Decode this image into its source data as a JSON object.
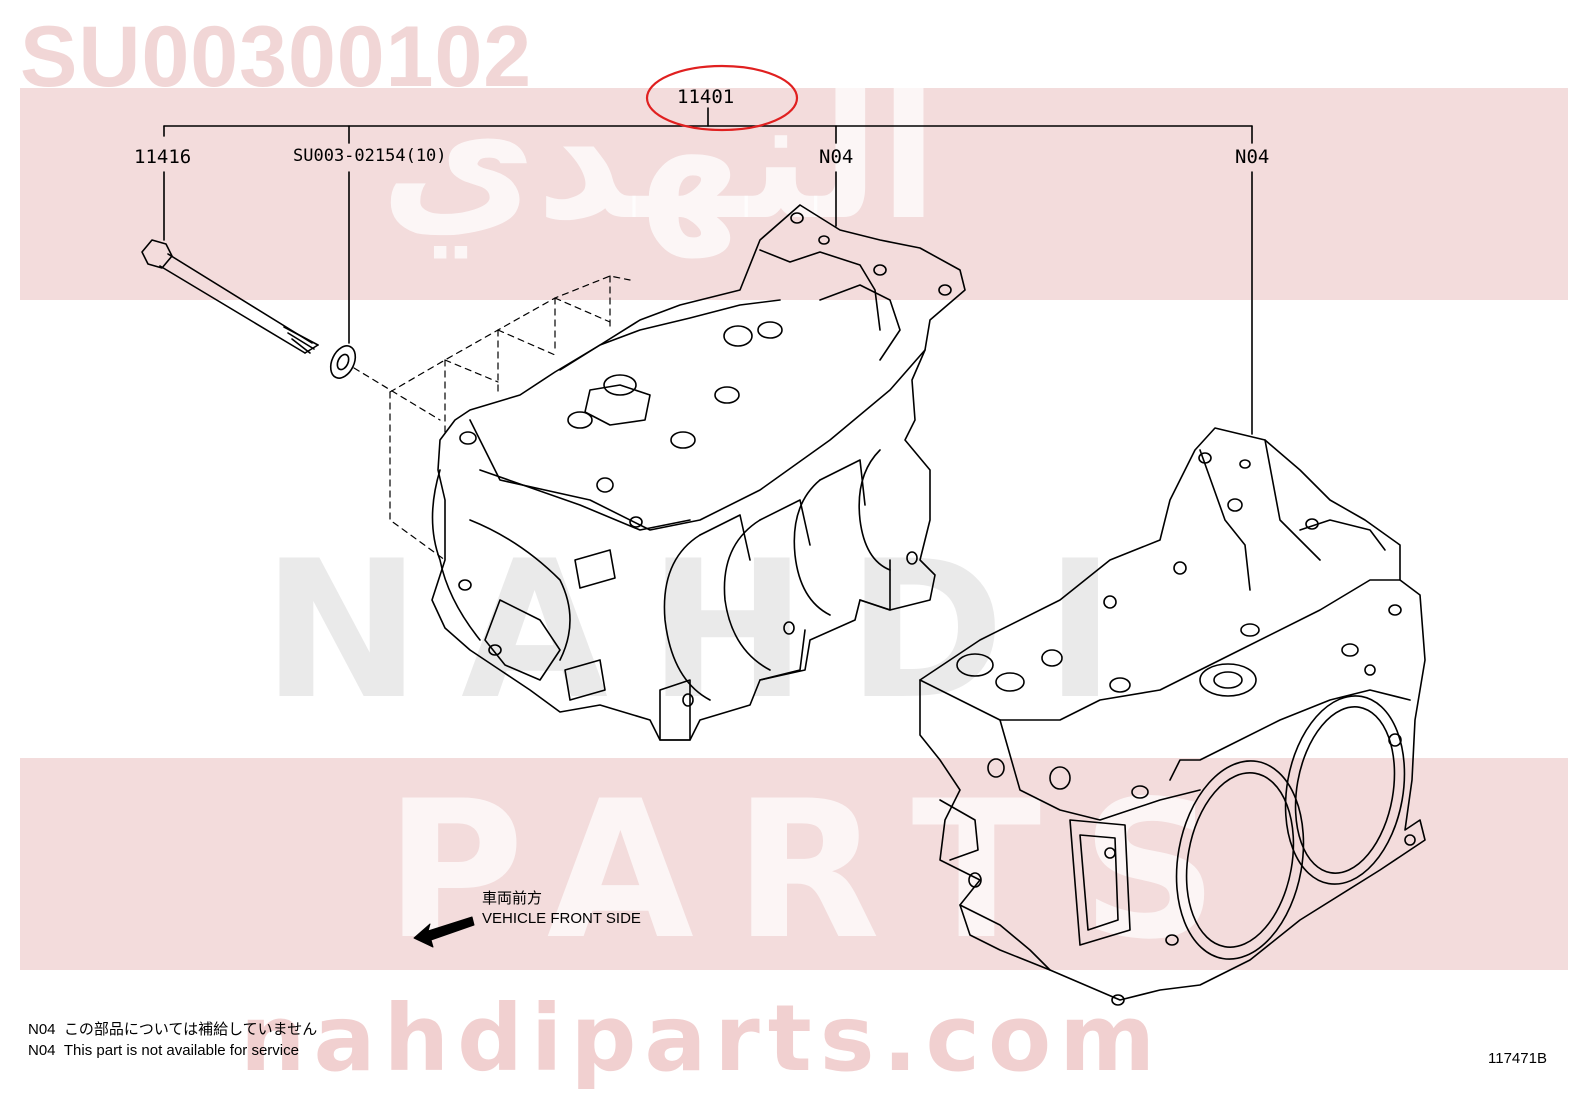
{
  "watermark": {
    "part_code": "SU00300102",
    "arabic_brand": "النهدي",
    "brand_top": "NAHDI",
    "brand_bottom": "PARTS",
    "url": "nahdiparts.com",
    "band_color": "#f3dcdc"
  },
  "callouts": {
    "assembly": "11401",
    "bolt": "11416",
    "washer": "SU003-02154(10)",
    "left_block": "N04",
    "right_block": "N04"
  },
  "highlight_color": "#e02020",
  "direction": {
    "japanese": "車両前方",
    "english": "VEHICLE FRONT SIDE"
  },
  "notes": [
    {
      "code": "N04",
      "text": "この部品については補給していません"
    },
    {
      "code": "N04",
      "text": "This part is not available for service"
    }
  ],
  "figure_number": "117471B"
}
